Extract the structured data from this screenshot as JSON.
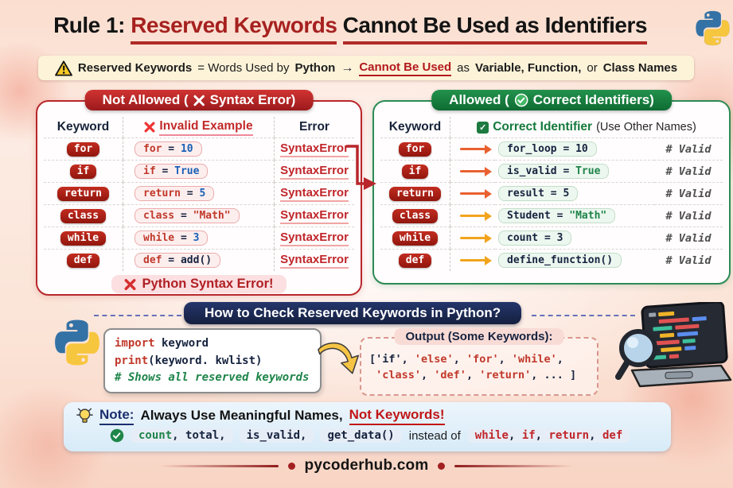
{
  "colors": {
    "accent_red": "#b8272c",
    "chip_red": "#b5231a",
    "green": "#1e7a3e",
    "navy": "#1c2a55",
    "code_red": "#c0392b",
    "code_green": "#1e8449",
    "code_blue": "#1a5fb4",
    "dark": "#16233f",
    "orange": "#e96030",
    "amber": "#f2a41d",
    "banner_yellow": "#fcf3d9",
    "note_blue": "#ddeefa"
  },
  "title": {
    "part1": "Rule 1: ",
    "part2": "Reserved Keywords",
    "part3": "Cannot Be Used as Identifiers"
  },
  "banner": {
    "b1": "Reserved Keywords",
    "t1": "= Words Used by",
    "b2": "Python",
    "arrow": "→",
    "red": "Cannot Be Used",
    "t2": "as",
    "b3": "Variable, Function,",
    "t3": "or",
    "b4": "Class Names"
  },
  "left_panel": {
    "title_pre": "Not Allowed (",
    "title_post": "Syntax Error)",
    "cols": {
      "keyword": "Keyword",
      "example": "Invalid Example",
      "error": "Error"
    },
    "rows": [
      {
        "keyword": "for",
        "code": [
          {
            "t": "for",
            "c": "red"
          },
          {
            "t": " = ",
            "c": "dark"
          },
          {
            "t": "10",
            "c": "blue"
          }
        ],
        "error": "SyntaxError"
      },
      {
        "keyword": "if",
        "code": [
          {
            "t": "if",
            "c": "red"
          },
          {
            "t": " = ",
            "c": "dark"
          },
          {
            "t": "True",
            "c": "blue"
          }
        ],
        "error": "SyntaxError"
      },
      {
        "keyword": "return",
        "code": [
          {
            "t": "return",
            "c": "red"
          },
          {
            "t": " = ",
            "c": "dark"
          },
          {
            "t": "5",
            "c": "blue"
          }
        ],
        "error": "SyntaxError"
      },
      {
        "keyword": "class",
        "code": [
          {
            "t": "class",
            "c": "red"
          },
          {
            "t": " = ",
            "c": "dark"
          },
          {
            "t": "\"Math\"",
            "c": "red"
          }
        ],
        "error": "SyntaxError"
      },
      {
        "keyword": "while",
        "code": [
          {
            "t": "while",
            "c": "red"
          },
          {
            "t": " = ",
            "c": "dark"
          },
          {
            "t": "3",
            "c": "blue"
          }
        ],
        "error": "SyntaxError"
      },
      {
        "keyword": "def",
        "code": [
          {
            "t": "def",
            "c": "red"
          },
          {
            "t": " = ",
            "c": "dark"
          },
          {
            "t": "add()",
            "c": "dark"
          }
        ],
        "error": "SyntaxError"
      }
    ],
    "footer": "Python Syntax Error!"
  },
  "right_panel": {
    "title_pre": "Allowed (",
    "title_post": "Correct Identifiers)",
    "cols": {
      "keyword": "Keyword",
      "correct": "Correct Identifier",
      "note": "(Use Other Names)"
    },
    "rows": [
      {
        "keyword": "for",
        "arrow": "orange",
        "code": [
          {
            "t": "for_loop = 10",
            "c": "dark"
          }
        ],
        "comment": "# Valid"
      },
      {
        "keyword": "if",
        "arrow": "orange",
        "code": [
          {
            "t": "is_valid = ",
            "c": "dark"
          },
          {
            "t": "True",
            "c": "green"
          }
        ],
        "comment": "# Valid"
      },
      {
        "keyword": "return",
        "arrow": "orange",
        "code": [
          {
            "t": "result = 5",
            "c": "dark"
          }
        ],
        "comment": "# Valid"
      },
      {
        "keyword": "class",
        "arrow": "amber",
        "code": [
          {
            "t": "Student = ",
            "c": "dark"
          },
          {
            "t": "\"Math\"",
            "c": "green"
          }
        ],
        "comment": "# Valid"
      },
      {
        "keyword": "while",
        "arrow": "amber",
        "code": [
          {
            "t": "count = 3",
            "c": "dark"
          }
        ],
        "comment": "# Valid"
      },
      {
        "keyword": "def",
        "arrow": "amber",
        "code": [
          {
            "t": "define_function()",
            "c": "dark"
          }
        ],
        "comment": "# Valid"
      }
    ]
  },
  "how_to": {
    "banner": "How to Check Reserved Keywords in Python?",
    "code_lines": [
      [
        {
          "t": "import",
          "c": "red"
        },
        {
          "t": " keyword",
          "c": "dark"
        }
      ],
      [
        {
          "t": "print",
          "c": "red"
        },
        {
          "t": "(keyword. kwlist)",
          "c": "dark"
        }
      ],
      [
        {
          "t": "# Shows all reserved keywords",
          "c": "comment"
        }
      ]
    ],
    "output_title": "Output (Some Keywords):",
    "output_lines": [
      [
        {
          "t": "['if', ",
          "c": "dark"
        },
        {
          "t": "'else'",
          "c": "red"
        },
        {
          "t": ", ",
          "c": "dark"
        },
        {
          "t": "'for'",
          "c": "red"
        },
        {
          "t": ", ",
          "c": "dark"
        },
        {
          "t": "'while'",
          "c": "red"
        },
        {
          "t": ",",
          "c": "dark"
        }
      ],
      [
        {
          "t": " 'class'",
          "c": "red"
        },
        {
          "t": ", ",
          "c": "dark"
        },
        {
          "t": "'def'",
          "c": "red"
        },
        {
          "t": ", ",
          "c": "dark"
        },
        {
          "t": "'return'",
          "c": "red"
        },
        {
          "t": ", ... ]",
          "c": "dark"
        }
      ]
    ]
  },
  "note": {
    "label": "Note:",
    "text": "Always Use Meaningful Names,",
    "highlight": "Not Keywords!",
    "good_chips": [
      [
        {
          "t": "count",
          "c": "green"
        },
        {
          "t": ", total,",
          "c": "dark"
        }
      ],
      [
        {
          "t": "is_valid,",
          "c": "dark"
        }
      ],
      [
        {
          "t": "get_data()",
          "c": "dark"
        }
      ]
    ],
    "connector": "instead of",
    "bad_chip": [
      {
        "t": "while",
        "c": "red"
      },
      {
        "t": ", ",
        "c": "dark"
      },
      {
        "t": "if",
        "c": "red"
      },
      {
        "t": ", ",
        "c": "dark"
      },
      {
        "t": "return",
        "c": "red"
      },
      {
        "t": ", ",
        "c": "dark"
      },
      {
        "t": "def",
        "c": "red"
      }
    ]
  },
  "footer": {
    "site": "pycoderhub.com"
  }
}
